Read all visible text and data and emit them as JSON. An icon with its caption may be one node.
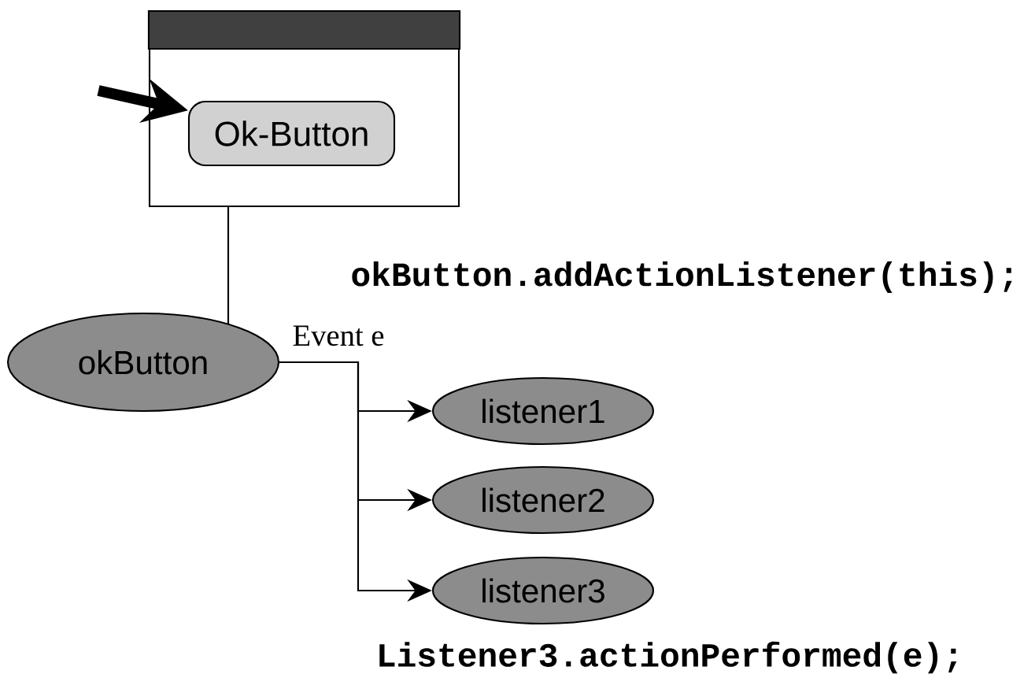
{
  "diagram": {
    "nodes": [
      {
        "text": [],
        "shape": "box"
      },
      {
        "text": [
          "Ok-Button"
        ],
        "in": 0
      },
      {
        "text": [
          "okButton"
        ]
      },
      {
        "text": [
          "listener1"
        ]
      },
      {
        "text": [
          "listener2"
        ]
      },
      {
        "text": [
          "listener3"
        ]
      }
    ],
    "edges": [
      {
        "from": null,
        "to": 1,
        "arrow": "to",
        "style": "thick"
      },
      {
        "from": 0,
        "to": 2,
        "arrow": "none"
      },
      {
        "from": 2,
        "to": 3,
        "arrow": "to",
        "label": "Event e"
      },
      {
        "from": 2,
        "to": 4,
        "arrow": "to"
      },
      {
        "from": 2,
        "to": 5,
        "arrow": "to"
      }
    ],
    "labels": [
      "okButton.addActionListener(this);",
      "Listener3.actionPerformed(e);"
    ]
  }
}
